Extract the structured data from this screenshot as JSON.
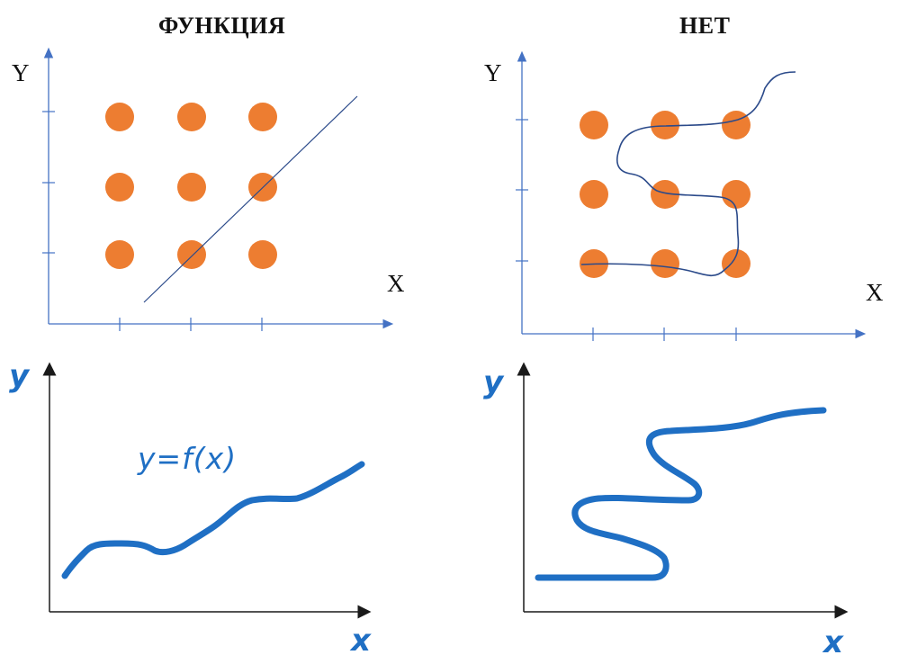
{
  "titles": {
    "left": "ФУНКЦИЯ",
    "right": "НЕТ"
  },
  "axis_labels": {
    "y": "Y",
    "x": "X",
    "y_hand": "y",
    "x_hand": "x"
  },
  "formula": "y=f(x)",
  "colors": {
    "axis": "#4472c4",
    "dot": "#ed7d31",
    "thin_curve": "#2b4a8a",
    "thick_curve": "#1f6fc4",
    "black_axis": "#1a1a1a"
  }
}
